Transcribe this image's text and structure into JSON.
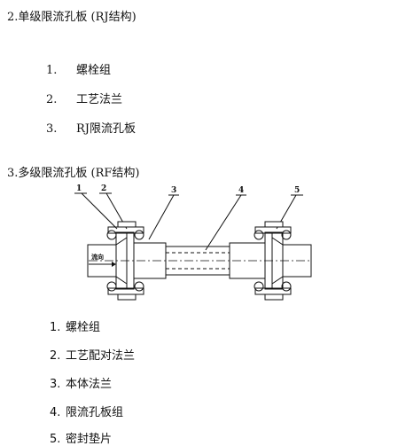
{
  "section1": {
    "heading": "2.单级限流孔板 (RJ结构)",
    "items": [
      {
        "num": "1.",
        "label": "螺栓组"
      },
      {
        "num": "2.",
        "label": "工艺法兰"
      },
      {
        "num": "3.",
        "label": "RJ限流孔板"
      }
    ]
  },
  "section2": {
    "heading": "3.多级限流孔板 (RF结构)",
    "diagram": {
      "callouts": [
        "1",
        "2",
        "3",
        "4",
        "5"
      ],
      "flow_label": "流向"
    },
    "items": [
      {
        "num": "1.",
        "label": "螺栓组"
      },
      {
        "num": "2.",
        "label": "工艺配对法兰"
      },
      {
        "num": "3.",
        "label": "本体法兰"
      },
      {
        "num": "4.",
        "label": "限流孔板组"
      },
      {
        "num": "5.",
        "label": "密封垫片"
      }
    ]
  }
}
